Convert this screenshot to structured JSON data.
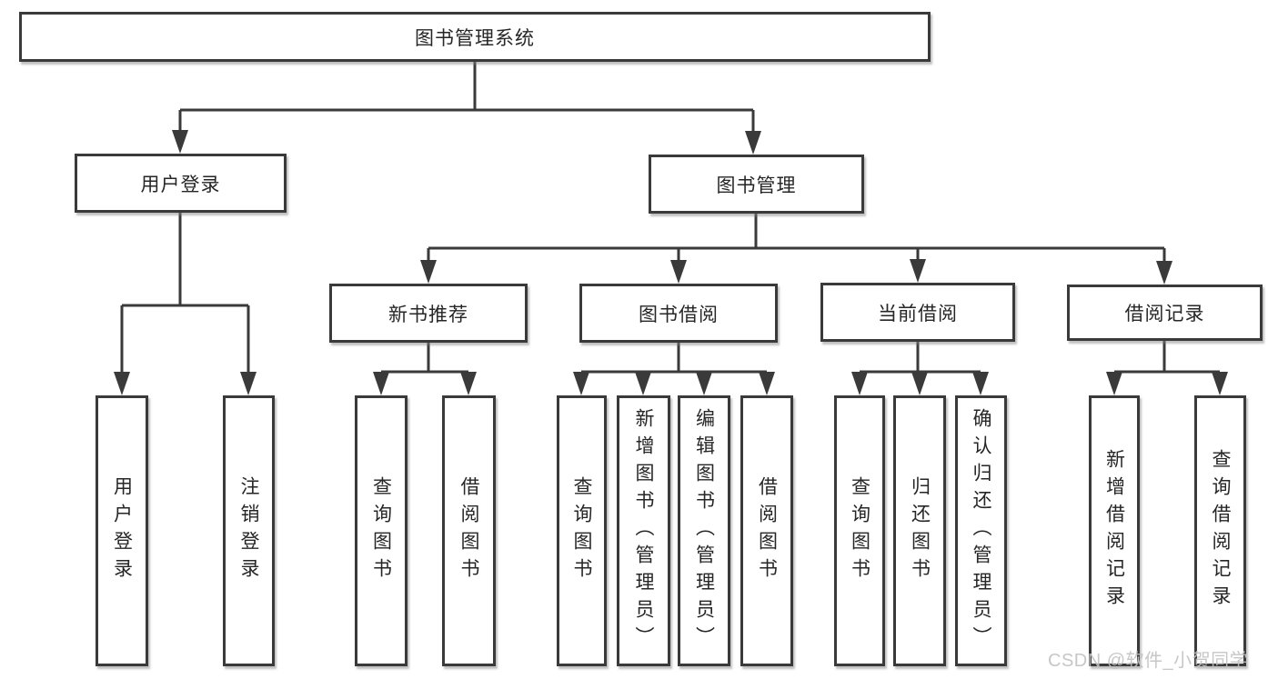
{
  "colors": {
    "stroke": "#3a3a3a",
    "text": "#262626",
    "box_fill": "#ffffff",
    "watermark_text_color": "#c1c1c1",
    "background": "#ffffff"
  },
  "watermark": {
    "text": "CSDN @软件_小贺同学"
  },
  "tree": {
    "root": {
      "label": "图书管理系统",
      "children": [
        {
          "label": "用户登录",
          "children": [
            {
              "label": "用户登录"
            },
            {
              "label": "注销登录"
            }
          ]
        },
        {
          "label": "图书管理",
          "children": [
            {
              "label": "新书推荐",
              "children": [
                {
                  "label": "查询图书"
                },
                {
                  "label": "借阅图书"
                }
              ]
            },
            {
              "label": "图书借阅",
              "children": [
                {
                  "label": "查询图书"
                },
                {
                  "label": "新增图书（管理员）"
                },
                {
                  "label": "编辑图书（管理员）"
                },
                {
                  "label": "借阅图书"
                }
              ]
            },
            {
              "label": "当前借阅",
              "children": [
                {
                  "label": "查询图书"
                },
                {
                  "label": "归还图书"
                },
                {
                  "label": "确认归还（管理员）"
                }
              ]
            },
            {
              "label": "借阅记录",
              "children": [
                {
                  "label": "新增借阅记录"
                },
                {
                  "label": "查询借阅记录"
                }
              ]
            }
          ]
        }
      ]
    }
  }
}
